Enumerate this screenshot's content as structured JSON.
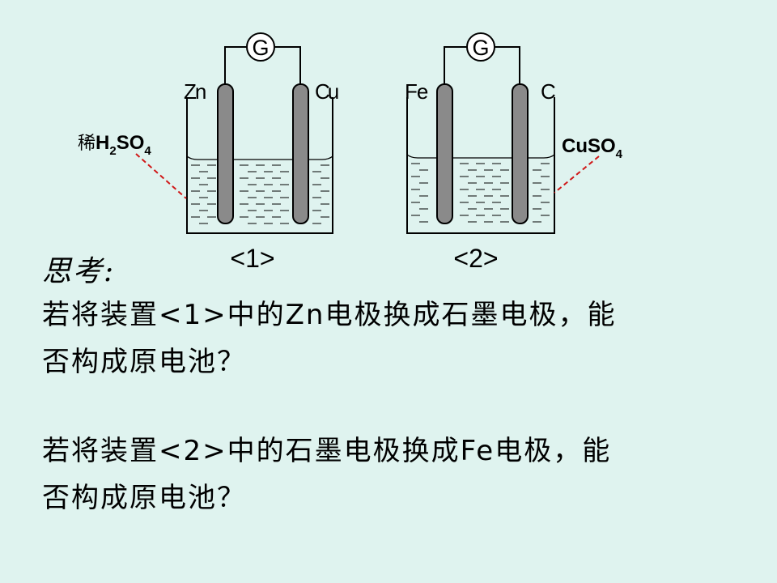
{
  "apparatus": [
    {
      "label": "<1>",
      "galvanometer": "G",
      "electrode_left": "Zn",
      "electrode_right": "Cu",
      "solution_prefix": "稀",
      "solution_parts": [
        "H",
        "2",
        "SO",
        "4"
      ]
    },
    {
      "label": "<2>",
      "galvanometer": "G",
      "electrode_left": "Fe",
      "electrode_right": "C",
      "solution_parts": [
        "CuSO",
        "4"
      ]
    }
  ],
  "thinking": {
    "title": "思考:",
    "question1_line1": "若将装置<1>中的Zn电极换成石墨电极，能",
    "question1_line2": "否构成原电池？",
    "question2_line1": "若将装置<2>中的石墨电极换成Fe电极，能",
    "question2_line2": "否构成原电池？"
  },
  "colors": {
    "background": "#dff3ef",
    "electrode": "#8a8a8a",
    "pointer_line": "#d01818"
  }
}
